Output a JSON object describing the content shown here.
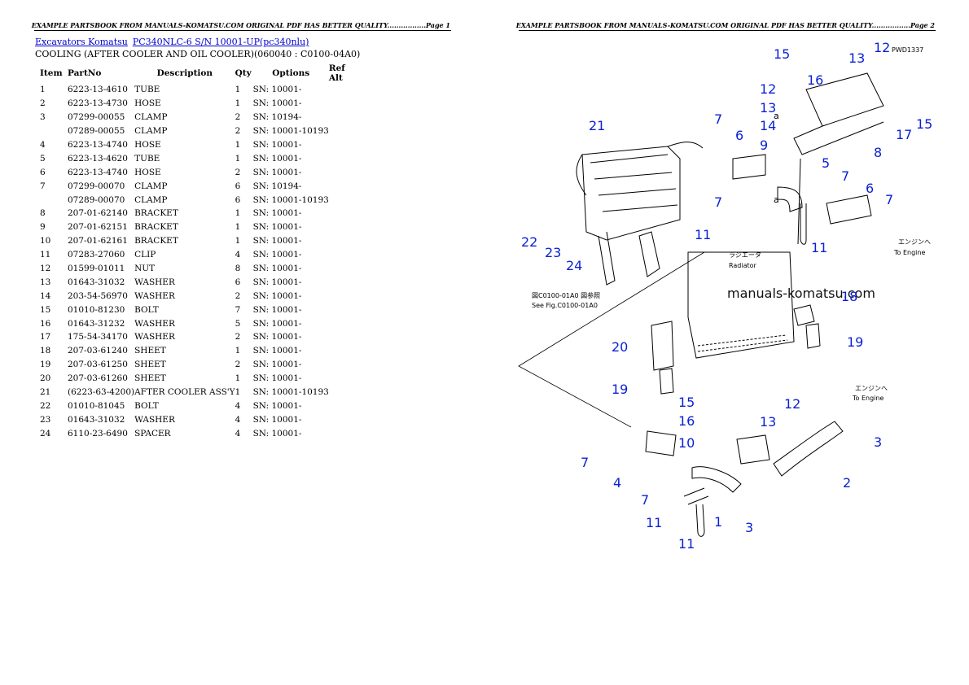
{
  "page1": {
    "banner": "EXAMPLE PARTSBOOK FROM MANUALS-KOMATSU.COM ORIGINAL PDF HAS BETTER QUALITY.................Page 1",
    "breadcrumb": {
      "link1": "Excavators Komatsu",
      "link2": "PC340NLC-6 S/N 10001-UP(pc340nlu)"
    },
    "subtitle": "COOLING (AFTER COOLER AND OIL COOLER)(060040 : C0100-04A0)",
    "columns": [
      "Item",
      "PartNo",
      "Description",
      "Qty",
      "Options",
      "Ref Alt"
    ],
    "rows": [
      [
        "1",
        "6223-13-4610",
        "TUBE",
        "1",
        "SN: 10001-",
        ""
      ],
      [
        "2",
        "6223-13-4730",
        "HOSE",
        "1",
        "SN: 10001-",
        ""
      ],
      [
        "3",
        "07299-00055",
        "CLAMP",
        "2",
        "SN: 10194-",
        ""
      ],
      [
        "",
        "07289-00055",
        "CLAMP",
        "2",
        "SN: 10001-10193",
        ""
      ],
      [
        "4",
        "6223-13-4740",
        "HOSE",
        "1",
        "SN: 10001-",
        ""
      ],
      [
        "5",
        "6223-13-4620",
        "TUBE",
        "1",
        "SN: 10001-",
        ""
      ],
      [
        "6",
        "6223-13-4740",
        "HOSE",
        "2",
        "SN: 10001-",
        ""
      ],
      [
        "7",
        "07299-00070",
        "CLAMP",
        "6",
        "SN: 10194-",
        ""
      ],
      [
        "",
        "07289-00070",
        "CLAMP",
        "6",
        "SN: 10001-10193",
        ""
      ],
      [
        "8",
        "207-01-62140",
        "BRACKET",
        "1",
        "SN: 10001-",
        ""
      ],
      [
        "9",
        "207-01-62151",
        "BRACKET",
        "1",
        "SN: 10001-",
        ""
      ],
      [
        "10",
        "207-01-62161",
        "BRACKET",
        "1",
        "SN: 10001-",
        ""
      ],
      [
        "11",
        "07283-27060",
        "CLIP",
        "4",
        "SN: 10001-",
        ""
      ],
      [
        "12",
        "01599-01011",
        "NUT",
        "8",
        "SN: 10001-",
        ""
      ],
      [
        "13",
        "01643-31032",
        "WASHER",
        "6",
        "SN: 10001-",
        ""
      ],
      [
        "14",
        "203-54-56970",
        "WASHER",
        "2",
        "SN: 10001-",
        ""
      ],
      [
        "15",
        "01010-81230",
        "BOLT",
        "7",
        "SN: 10001-",
        ""
      ],
      [
        "16",
        "01643-31232",
        "WASHER",
        "5",
        "SN: 10001-",
        ""
      ],
      [
        "17",
        "175-54-34170",
        "WASHER",
        "2",
        "SN: 10001-",
        ""
      ],
      [
        "18",
        "207-03-61240",
        "SHEET",
        "1",
        "SN: 10001-",
        ""
      ],
      [
        "19",
        "207-03-61250",
        "SHEET",
        "2",
        "SN: 10001-",
        ""
      ],
      [
        "20",
        "207-03-61260",
        "SHEET",
        "1",
        "SN: 10001-",
        ""
      ],
      [
        "21",
        "(6223-63-4200)",
        "AFTER COOLER ASS'Y",
        "1",
        "SN: 10001-10193",
        ""
      ],
      [
        "22",
        "01010-81045",
        "BOLT",
        "4",
        "SN: 10001-",
        ""
      ],
      [
        "23",
        "01643-31032",
        "WASHER",
        "4",
        "SN: 10001-",
        ""
      ],
      [
        "24",
        "6110-23-6490",
        "SPACER",
        "4",
        "SN: 10001-",
        ""
      ]
    ]
  },
  "page2": {
    "banner": "EXAMPLE PARTSBOOK FROM MANUALS-KOMATSU.COM ORIGINAL PDF HAS BETTER QUALITY.................Page 2",
    "diagram": {
      "drawing_code": "PWD1337",
      "watermark": "manuals-komatsu.com",
      "radiator_jp": "ラジエータ",
      "radiator_en": "Radiator",
      "engine_jp": "エンジンへ",
      "engine_en": "To Engine",
      "ref_jp": "図C0100-01A0 図参照",
      "ref_en": "See Fig.C0100-01A0",
      "arrow_label": "a",
      "callouts": [
        "15",
        "12",
        "13",
        "16",
        "12",
        "13",
        "14",
        "9",
        "7",
        "6",
        "21",
        "8",
        "17",
        "15",
        "5",
        "7",
        "6",
        "7",
        "7",
        "11",
        "11",
        "22",
        "23",
        "24",
        "18",
        "20",
        "19",
        "19",
        "15",
        "16",
        "12",
        "13",
        "10",
        "3",
        "2",
        "7",
        "4",
        "7",
        "11",
        "11",
        "1",
        "3"
      ]
    }
  }
}
